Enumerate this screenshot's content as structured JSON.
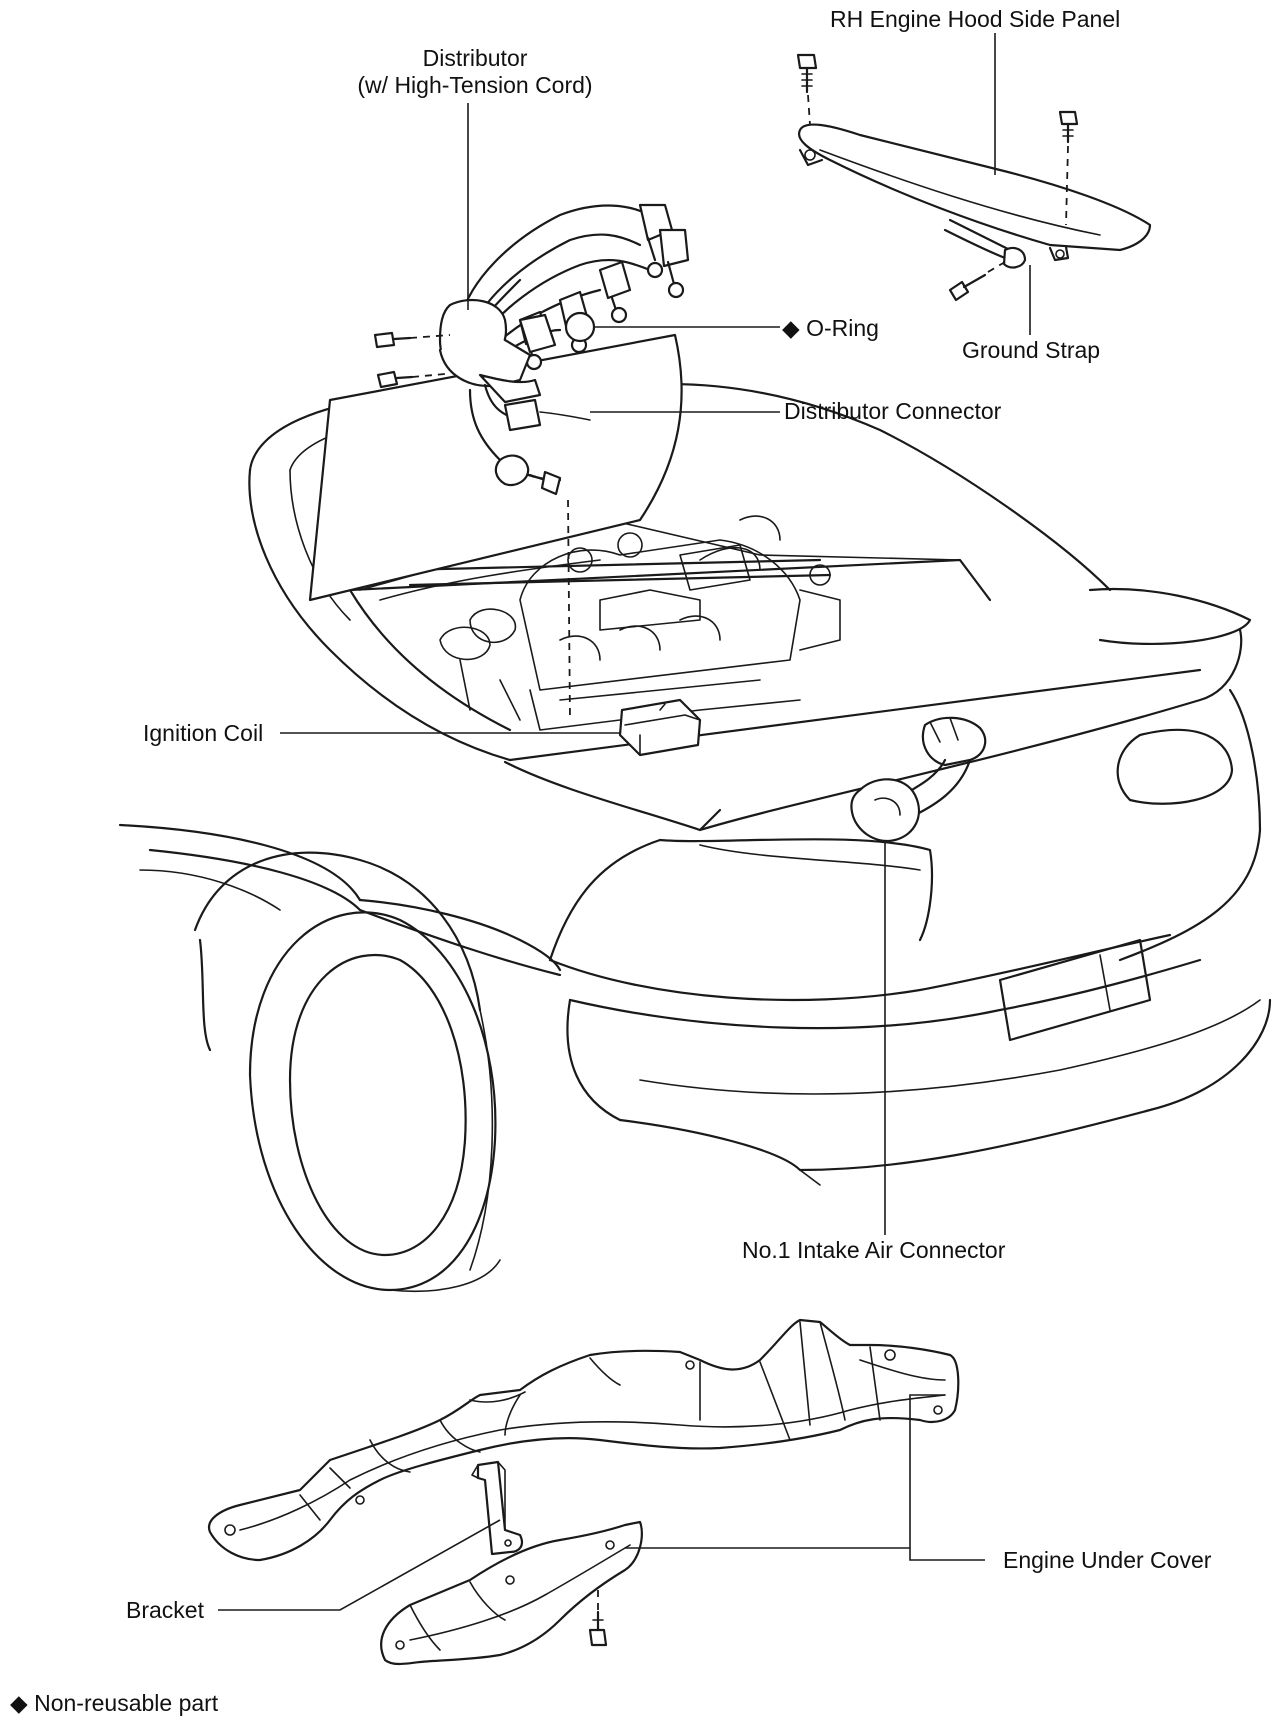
{
  "labels": {
    "rh_hood_panel": "RH Engine Hood Side Panel",
    "distributor_line1": "Distributor",
    "distributor_line2": "(w/ High-Tension Cord)",
    "o_ring": "O-Ring",
    "ground_strap": "Ground Strap",
    "distributor_connector": "Distributor Connector",
    "ignition_coil": "Ignition Coil",
    "intake_air_connector": "No.1 Intake Air Connector",
    "engine_under_cover": "Engine Under Cover",
    "bracket": "Bracket",
    "legend": "Non-reusable part"
  },
  "symbols": {
    "non_reusable_marker": "◆"
  },
  "colors": {
    "line": "#1a1a1a",
    "background": "#ffffff"
  }
}
